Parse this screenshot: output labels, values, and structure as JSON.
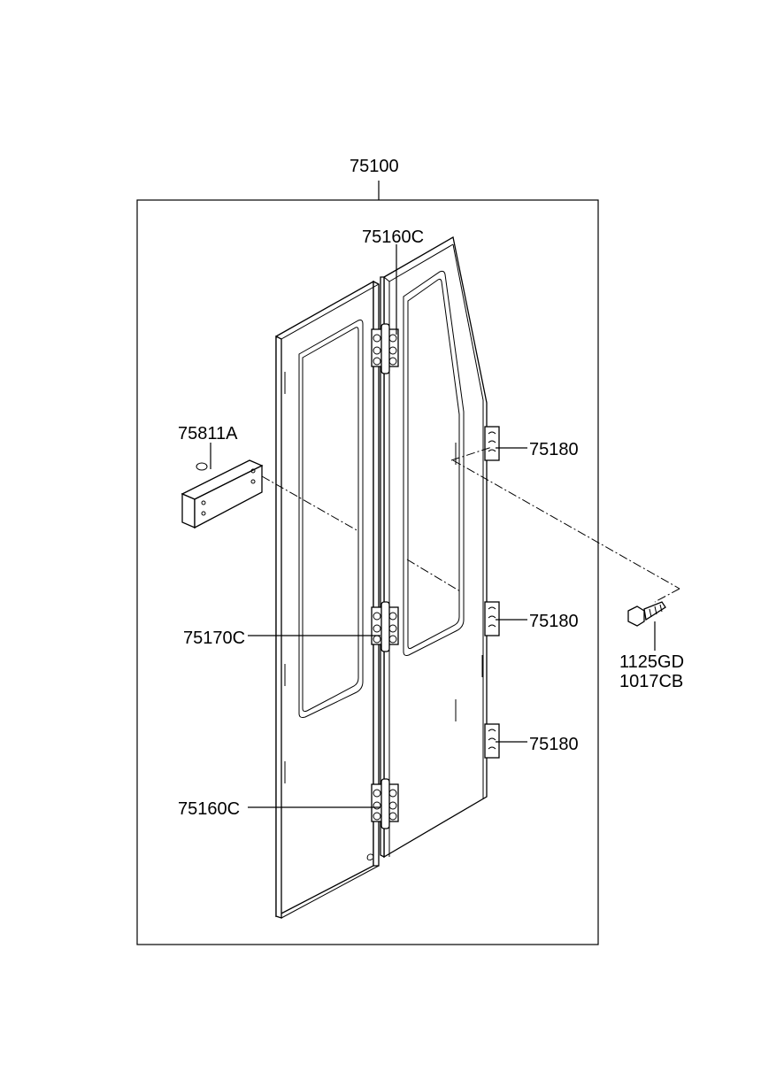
{
  "diagram": {
    "labels": {
      "assembly": "75100",
      "hinge_top": "75160C",
      "hinge_bottom": "75160C",
      "hinge_middle": "75170C",
      "bracket": "75811A",
      "striker_1": "75180",
      "striker_2": "75180",
      "striker_3": "75180",
      "bolt_1": "1125GD",
      "bolt_2": "1017CB",
      "mark_c": "C"
    }
  }
}
